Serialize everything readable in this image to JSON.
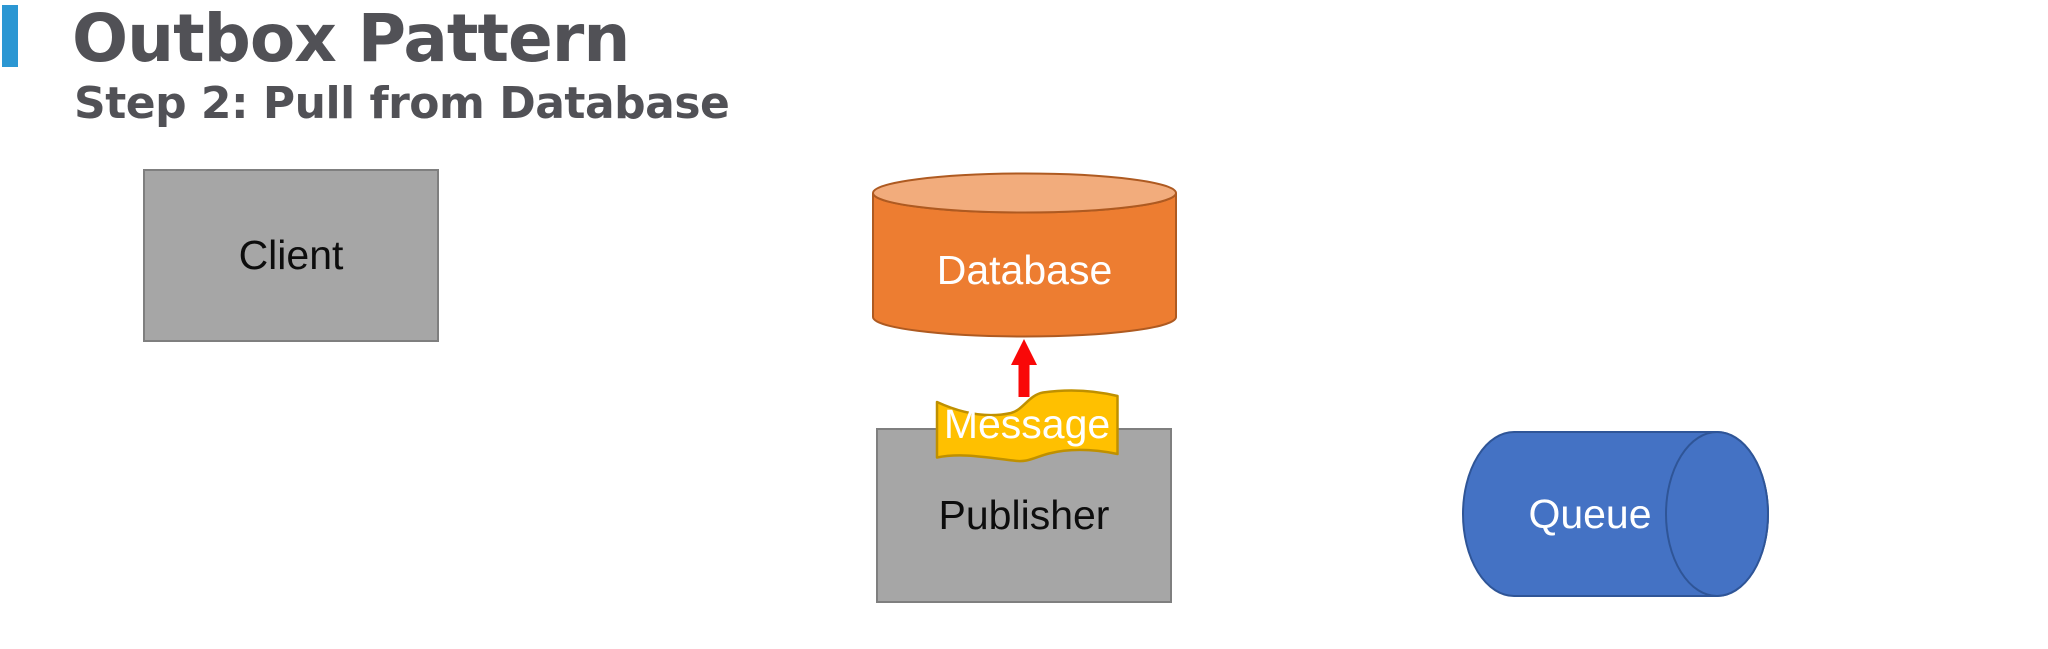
{
  "slide": {
    "title": "Outbox Pattern",
    "subtitle": "Step 2: Pull from Database"
  },
  "diagram": {
    "client": {
      "label": "Client",
      "shape": "rectangle",
      "fill": "#A6A6A6"
    },
    "database": {
      "label": "Database",
      "shape": "cylinder",
      "fill": "#ED7D31"
    },
    "message": {
      "label": "Message",
      "shape": "wave-banner",
      "fill": "#FFC000"
    },
    "publisher": {
      "label": "Publisher",
      "shape": "rectangle",
      "fill": "#A6A6A6"
    },
    "queue": {
      "label": "Queue",
      "shape": "horizontal-cylinder",
      "fill": "#4472C4"
    },
    "arrow": {
      "shape": "up-arrow",
      "connects": "Message to Database",
      "fill": "#F90808"
    }
  },
  "colors": {
    "background": "#FFFFFF",
    "accent_bar": "#2B97D3",
    "heading_text": "#515156",
    "gray_box_fill": "#A6A6A6",
    "gray_box_border": "#7F7F7F",
    "database_body": "#ED7D31",
    "database_top": "#F2AC7C",
    "database_border": "#AE5A21",
    "banner_fill": "#FFC000",
    "banner_border": "#BF9000",
    "arrow_red": "#F90808",
    "queue_fill": "#4472C4",
    "queue_border": "#2F5597",
    "light_label": "#FFFFFF",
    "dark_label": "#0D0D0D"
  }
}
